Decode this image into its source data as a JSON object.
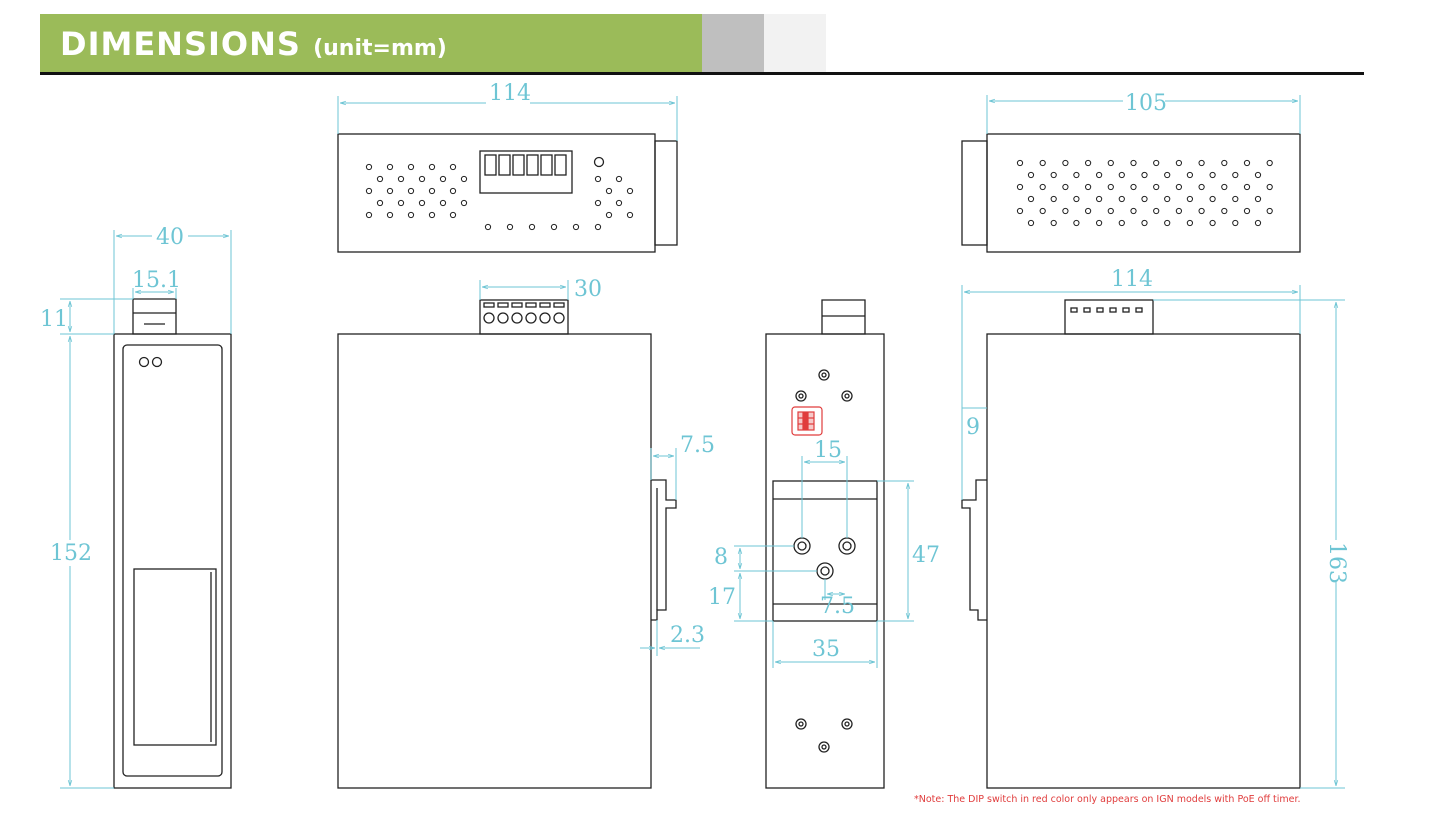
{
  "header": {
    "title": "DIMENSIONS",
    "unit": "(unit=mm)"
  },
  "colors": {
    "header_green": "#9bbb59",
    "dimension_line": "#6ec5d4",
    "outline": "#222222",
    "dip_switch_red": "#e03c3c"
  },
  "dimensions": {
    "top_view_width": "114",
    "rear_view_width": "105",
    "side_width": "40",
    "connector_width": "15.1",
    "connector_height": "11",
    "side_height": "152",
    "terminal_width": "30",
    "rail_offset_top": "7.5",
    "rail_offset_bottom": "2.3",
    "hole_spacing": "15",
    "hole_offset_v1": "8",
    "hole_offset_v2": "17",
    "hole_offset_h": "7.5",
    "rail_clip_height": "47",
    "rail_clip_width": "35",
    "front_width": "114",
    "front_offset": "9",
    "total_height": "163"
  },
  "note": "*Note: The DIP switch in red color only appears on IGN models with PoE off timer."
}
